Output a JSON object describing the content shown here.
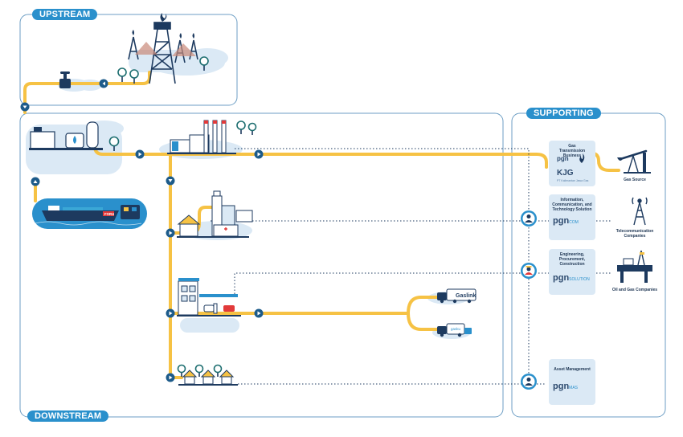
{
  "sections": {
    "upstream": "UPSTREAM",
    "downstream": "DOWNSTREAM",
    "supporting": "SUPPORTING"
  },
  "ship_label": "FSRU",
  "truck_labels": {
    "gaslink": "Gaslink",
    "gasku": "gasku"
  },
  "services": {
    "transmission": {
      "title": "Gas Transmission Business",
      "logo1": "pgn",
      "logo2": "KJG",
      "subtitle": "PT Kalimantan Jawa Gas"
    },
    "ict": {
      "title": "Information, Communication, and Technology Solution",
      "logo": "pgn",
      "logo_suffix": "COM"
    },
    "epc": {
      "title": "Engineering, Procurement, Construction",
      "logo": "pgn",
      "logo_suffix": "SOLUTION"
    },
    "asset": {
      "title": "Asset Management",
      "logo": "pgn",
      "logo_suffix": "MAS"
    }
  },
  "entities": {
    "gas_source": "Gas Source",
    "telecom": "Telecommunication Companies",
    "oil_gas": "Oil and Gas Companies"
  },
  "colors": {
    "pipe": "#f6c244",
    "frame": "#6d9ec4",
    "accent": "#2a90cc",
    "navy": "#1d3a5f",
    "card": "#dbe9f5"
  }
}
